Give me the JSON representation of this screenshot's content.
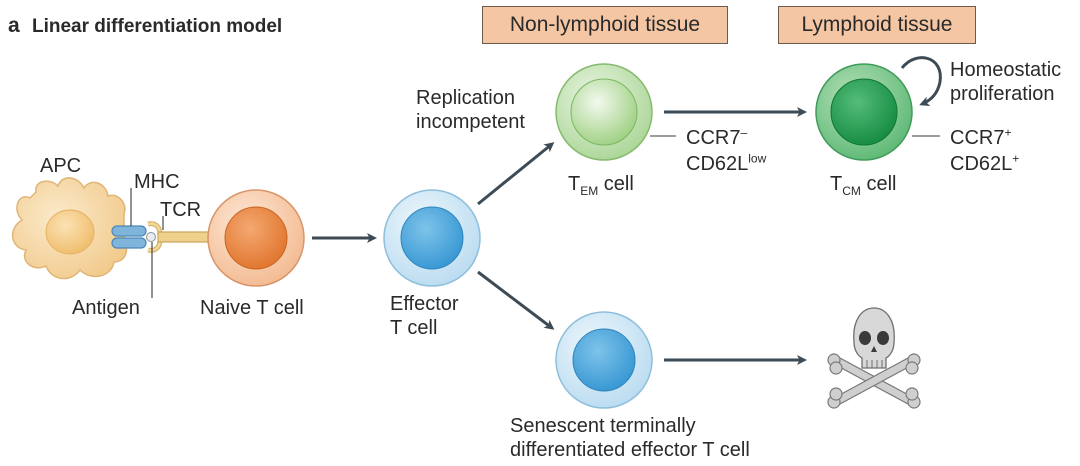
{
  "figure": {
    "panel_letter": "a",
    "title": "Linear differentiation model"
  },
  "tissues": {
    "non_lymphoid": "Non-lymphoid tissue",
    "lymphoid": "Lymphoid tissue"
  },
  "labels": {
    "apc": "APC",
    "mhc": "MHC",
    "tcr": "TCR",
    "antigen": "Antigen",
    "naive": "Naive T cell",
    "effector_line1": "Effector",
    "effector_line2": "T cell",
    "replication_line1": "Replication",
    "replication_line2": "incompetent",
    "tem_main": "T",
    "tem_sub": "EM",
    "tem_suffix": " cell",
    "tcm_main": "T",
    "tcm_sub": "CM",
    "tcm_suffix": " cell",
    "tem_marker1_main": "CCR7",
    "tem_marker1_sup": "–",
    "tem_marker2_main": "CD62L",
    "tem_marker2_sup": "low",
    "tcm_marker1_main": "CCR7",
    "tcm_marker1_sup": "+",
    "tcm_marker2_main": "CD62L",
    "tcm_marker2_sup": "+",
    "homeostatic_line1": "Homeostatic",
    "homeostatic_line2": "proliferation",
    "senescent_line1": "Senescent terminally",
    "senescent_line2": "differentiated effector T cell"
  },
  "colors": {
    "naive_outer": "#f6c9a6",
    "naive_inner": "#e6823c",
    "effector_outer": "#cde6f5",
    "effector_inner": "#4aa6dc",
    "tem_outer": "#c6e3b8",
    "tem_inner": "#8cc86e",
    "tcm_outer": "#8fcf9a",
    "tcm_inner": "#1d9a4c",
    "senescent_outer": "#d4eaf7",
    "senescent_inner": "#52abdf",
    "apc": "#f6d8a2",
    "tissue_box": "#f5c6a4",
    "arrow": "#3d4b56"
  }
}
